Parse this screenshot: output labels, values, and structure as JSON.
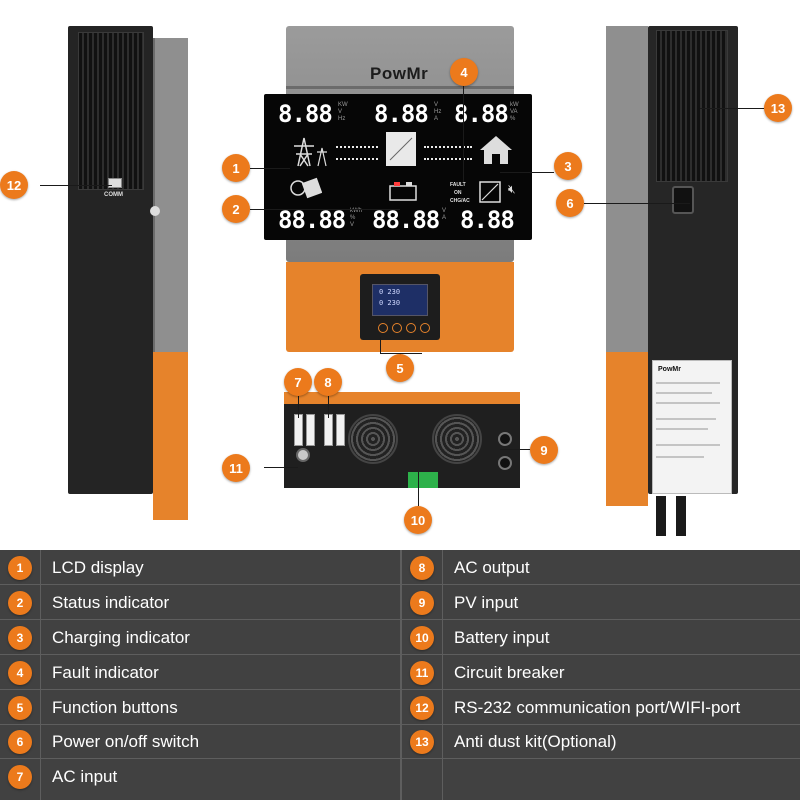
{
  "brand": {
    "logo": "PowMr"
  },
  "device": {
    "left_port_label": "COMM",
    "lcd": {
      "readouts": [
        "8.88",
        "8.88",
        "8.88",
        "88.88",
        "88.88",
        "8.88"
      ],
      "status_labels": {
        "fault": "FAULT",
        "on": "ON",
        "chg": "CHG/AC"
      }
    },
    "mini_display": [
      "0 230",
      "0 230"
    ]
  },
  "callouts": [
    "1",
    "2",
    "3",
    "4",
    "5",
    "6",
    "7",
    "8",
    "9",
    "10",
    "11",
    "12",
    "13"
  ],
  "legend": {
    "left": [
      {
        "num": "1",
        "label": "LCD display"
      },
      {
        "num": "2",
        "label": "Status indicator"
      },
      {
        "num": "3",
        "label": "Charging indicator"
      },
      {
        "num": "4",
        "label": "Fault indicator"
      },
      {
        "num": "5",
        "label": "Function buttons"
      },
      {
        "num": "6",
        "label": "Power on/off switch"
      },
      {
        "num": "7",
        "label": "AC input"
      }
    ],
    "right": [
      {
        "num": "8",
        "label": "AC output"
      },
      {
        "num": "9",
        "label": "PV input"
      },
      {
        "num": "10",
        "label": "Battery input"
      },
      {
        "num": "11",
        "label": "Circuit breaker"
      },
      {
        "num": "12",
        "label": "RS-232 communication port/WIFI-port"
      },
      {
        "num": "13",
        "label": "Anti dust kit(Optional)"
      }
    ]
  },
  "colors": {
    "accent": "#ec7a1c",
    "legend_bg": "#414141",
    "unit_orange": "#e6832b"
  }
}
